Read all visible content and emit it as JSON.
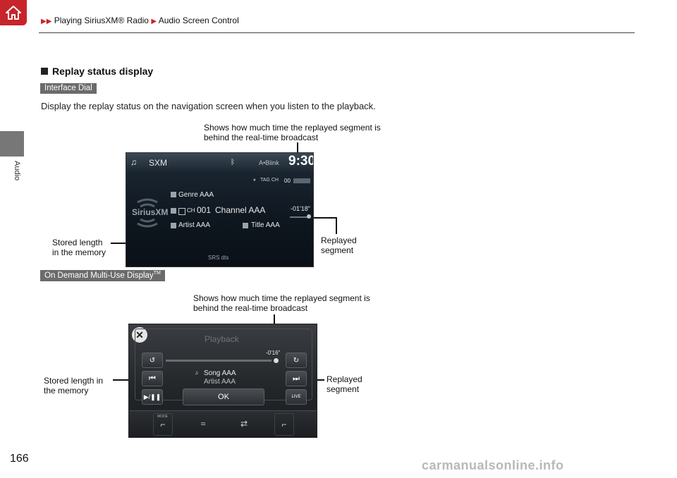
{
  "header": {
    "breadcrumb_1": "Playing SiriusXM",
    "breadcrumb_1_suffix": "® Radio",
    "breadcrumb_2": "Audio Screen Control",
    "side_label": "Audio"
  },
  "content": {
    "section_title": "Replay status display",
    "tag_interface_dial": "Interface Dial",
    "description": "Display the replay status on the navigation screen when you listen to the playback.",
    "tag_on_demand": "On Demand Multi-Use Display",
    "tag_on_demand_tm": "TM"
  },
  "screen1": {
    "source": "SXM",
    "ablink": "A•Blink",
    "clock": "9:30",
    "status_row": "TAG  CH",
    "status_val": "00",
    "genre": "Genre AAA",
    "ch_label": "CH",
    "ch_number": "001",
    "channel": "Channel AAA",
    "artist": "Artist AAA",
    "title": "Title AAA",
    "time_behind": "-01'18\"",
    "logo": "SiriusXM",
    "footer_logo": "SRS  dts"
  },
  "callouts1": {
    "top": "Shows how much time the replayed segment is",
    "top2": "behind the real-time broadcast",
    "left1": "Stored length",
    "left2": "in the memory",
    "right1": "Replayed",
    "right2": "segment"
  },
  "screen2": {
    "title": "Playback",
    "time_behind": "-0'16\"",
    "song": "Song AAA",
    "artist": "Artist AAA",
    "ok": "OK",
    "live": "LIVE",
    "mode": "MODE"
  },
  "callouts2": {
    "top": "Shows how much time the replayed segment is",
    "top2": "behind the real-time broadcast",
    "left1": "Stored length in",
    "left2": "the memory",
    "right1": "Replayed",
    "right2": "segment"
  },
  "footer": {
    "page_number": "166",
    "watermark": "carmanualsonline.info"
  }
}
